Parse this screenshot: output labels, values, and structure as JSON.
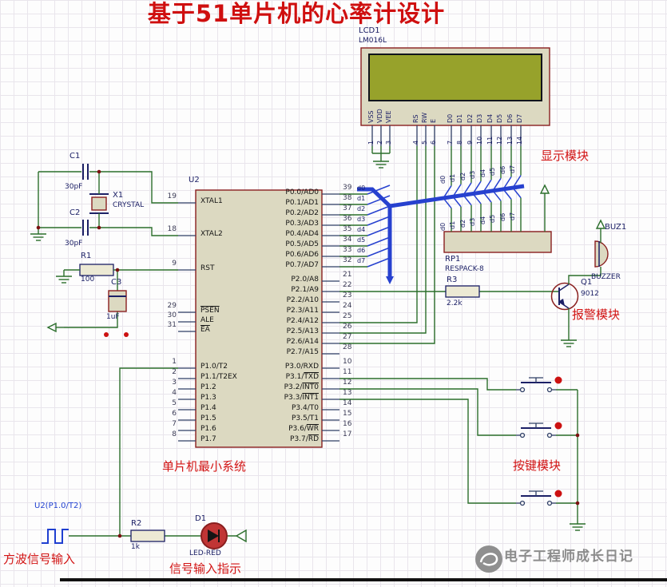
{
  "title": "基于51单片机的心率计设计",
  "colors": {
    "annotation_red": "#d21414",
    "bus_blue": "#2741cf",
    "wire_green": "#2b6e2b",
    "component_body": "#dcd9c1",
    "component_outline": "#8a1f1f",
    "screen_olive": "#97a22b",
    "net_label_blue": "#1f3fd0",
    "watermark_gray": "#8c8c8c"
  },
  "annotations": {
    "display_module": "显示模块",
    "alarm_module": "报警模块",
    "key_module": "按键模块",
    "mcu_min_system": "单片机最小系统",
    "square_wave_input": "方波信号输入",
    "signal_input_indicator": "信号输入指示",
    "net_label": "U2(P1.0/T2)",
    "watermark": "电子工程师成长日记"
  },
  "lcd": {
    "ref": "LCD1",
    "model": "LM016L",
    "pins": [
      {
        "num": "1",
        "name": "VSS"
      },
      {
        "num": "2",
        "name": "VDD"
      },
      {
        "num": "3",
        "name": "VEE"
      },
      {
        "num": "4",
        "name": "RS"
      },
      {
        "num": "5",
        "name": "RW"
      },
      {
        "num": "6",
        "name": "E"
      },
      {
        "num": "7",
        "name": "D0"
      },
      {
        "num": "8",
        "name": "D1"
      },
      {
        "num": "9",
        "name": "D2"
      },
      {
        "num": "10",
        "name": "D3"
      },
      {
        "num": "11",
        "name": "D4"
      },
      {
        "num": "12",
        "name": "D5"
      },
      {
        "num": "13",
        "name": "D6"
      },
      {
        "num": "14",
        "name": "D7"
      }
    ]
  },
  "mcu": {
    "ref": "U2",
    "left_pins": [
      {
        "num": "19",
        "pre": "XTAL1",
        "over": ""
      },
      {
        "num": "18",
        "pre": "XTAL2",
        "over": ""
      },
      {
        "num": "9",
        "pre": "RST",
        "over": ""
      },
      {
        "num": "29",
        "pre": "",
        "over": "PSEN"
      },
      {
        "num": "30",
        "pre": "ALE",
        "over": ""
      },
      {
        "num": "31",
        "pre": "",
        "over": "EA"
      },
      {
        "num": "1",
        "pre": "P1.0/T2",
        "over": ""
      },
      {
        "num": "2",
        "pre": "P1.1/T2EX",
        "over": ""
      },
      {
        "num": "3",
        "pre": "P1.2",
        "over": ""
      },
      {
        "num": "4",
        "pre": "P1.3",
        "over": ""
      },
      {
        "num": "5",
        "pre": "P1.4",
        "over": ""
      },
      {
        "num": "6",
        "pre": "P1.5",
        "over": ""
      },
      {
        "num": "7",
        "pre": "P1.6",
        "over": ""
      },
      {
        "num": "8",
        "pre": "P1.7",
        "over": ""
      }
    ],
    "right_pins": [
      {
        "num": "39",
        "pre": "P0.0/AD0",
        "over": ""
      },
      {
        "num": "38",
        "pre": "P0.1/AD1",
        "over": ""
      },
      {
        "num": "37",
        "pre": "P0.2/AD2",
        "over": ""
      },
      {
        "num": "36",
        "pre": "P0.3/AD3",
        "over": ""
      },
      {
        "num": "35",
        "pre": "P0.4/AD4",
        "over": ""
      },
      {
        "num": "34",
        "pre": "P0.5/AD5",
        "over": ""
      },
      {
        "num": "33",
        "pre": "P0.6/AD6",
        "over": ""
      },
      {
        "num": "32",
        "pre": "P0.7/AD7",
        "over": ""
      },
      {
        "num": "21",
        "pre": "P2.0/A8",
        "over": ""
      },
      {
        "num": "22",
        "pre": "P2.1/A9",
        "over": ""
      },
      {
        "num": "23",
        "pre": "P2.2/A10",
        "over": ""
      },
      {
        "num": "24",
        "pre": "P2.3/A11",
        "over": ""
      },
      {
        "num": "25",
        "pre": "P2.4/A12",
        "over": ""
      },
      {
        "num": "26",
        "pre": "P2.5/A13",
        "over": ""
      },
      {
        "num": "27",
        "pre": "P2.6/A14",
        "over": ""
      },
      {
        "num": "28",
        "pre": "P2.7/A15",
        "over": ""
      },
      {
        "num": "10",
        "pre": "P3.0/RXD",
        "over": ""
      },
      {
        "num": "11",
        "pre": "P3.1/",
        "over": "TXD"
      },
      {
        "num": "12",
        "pre": "P3.2/",
        "over": "INT0"
      },
      {
        "num": "13",
        "pre": "P3.3/",
        "over": "INT1"
      },
      {
        "num": "14",
        "pre": "P3.4/T0",
        "over": ""
      },
      {
        "num": "15",
        "pre": "P3.5/T1",
        "over": ""
      },
      {
        "num": "16",
        "pre": "P3.6/",
        "over": "WR"
      },
      {
        "num": "17",
        "pre": "P3.7/",
        "over": "RD"
      }
    ]
  },
  "components": {
    "c1": {
      "ref": "C1",
      "value": "30pF"
    },
    "c2": {
      "ref": "C2",
      "value": "30pF"
    },
    "c3": {
      "ref": "C3",
      "value": "1uF"
    },
    "x1": {
      "ref": "X1",
      "value": "CRYSTAL"
    },
    "r1": {
      "ref": "R1",
      "value": "100"
    },
    "r2": {
      "ref": "R2",
      "value": "1k"
    },
    "r3": {
      "ref": "R3",
      "value": "2.2k"
    },
    "rp1": {
      "ref": "RP1",
      "value": "RESPACK-8"
    },
    "q1": {
      "ref": "Q1",
      "value": "9012"
    },
    "buz1": {
      "ref": "BUZ1",
      "value": "BUZZER"
    },
    "d1": {
      "ref": "D1",
      "value": "LED-RED"
    }
  },
  "bus_labels": [
    "d0",
    "d1",
    "d2",
    "d3",
    "d4",
    "d5",
    "d6",
    "d7"
  ]
}
